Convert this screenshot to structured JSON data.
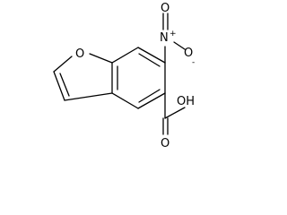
{
  "molecule": {
    "atoms": {
      "ring_oxygen": "O",
      "nitro_nitrogen": "N",
      "nitro_nitrogen_charge": "+",
      "nitro_oxygen_top": "O",
      "nitro_oxygen_right": "O",
      "nitro_oxygen_right_charge": "-",
      "carbonyl_oxygen": "O",
      "hydroxyl": "OH"
    }
  }
}
